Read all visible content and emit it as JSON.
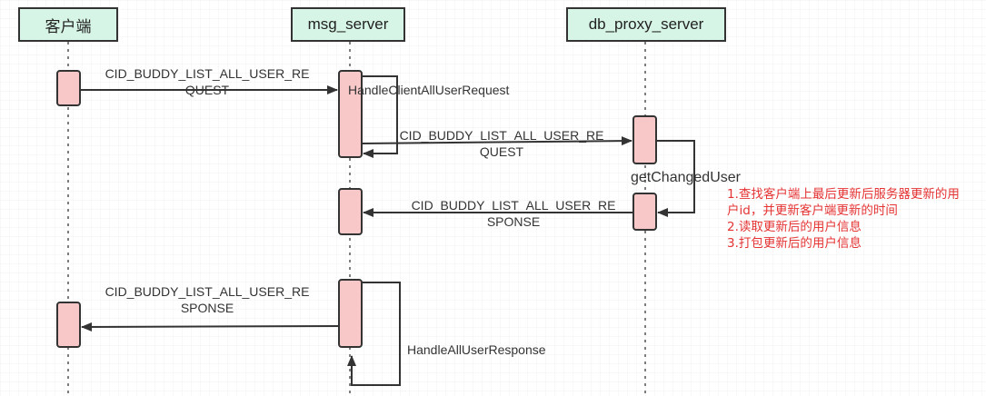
{
  "actors": {
    "client": "客户端",
    "msg_server": "msg_server",
    "db_proxy": "db_proxy_server"
  },
  "messages": {
    "m1": [
      "CID_BUDDY_LIST_ALL_USER_RE",
      "QUEST"
    ],
    "m2": [
      "CID_BUDDY_LIST_ALL_USER_RE",
      "QUEST"
    ],
    "m3": [
      "CID_BUDDY_LIST_ALL_USER_RE",
      "SPONSE"
    ],
    "m4": [
      "CID_BUDDY_LIST_ALL_USER_RE",
      "SPONSE"
    ]
  },
  "self_calls": {
    "handle_request": "HandleClientAllUserRequest",
    "get_changed_user": "getChangedUser",
    "handle_response": "HandleAllUserResponse"
  },
  "note": {
    "line1": "1.查找客户端上最后更新后服务器更新的用户id，并更新客户端更新的时间",
    "line2": "2.读取更新后的用户信息",
    "line3": "3.打包更新后的用户信息"
  },
  "colors": {
    "actor_fill": "#d7f5e6",
    "activation_fill": "#f8c8c8",
    "note_text": "#e53333",
    "line": "#333333"
  }
}
